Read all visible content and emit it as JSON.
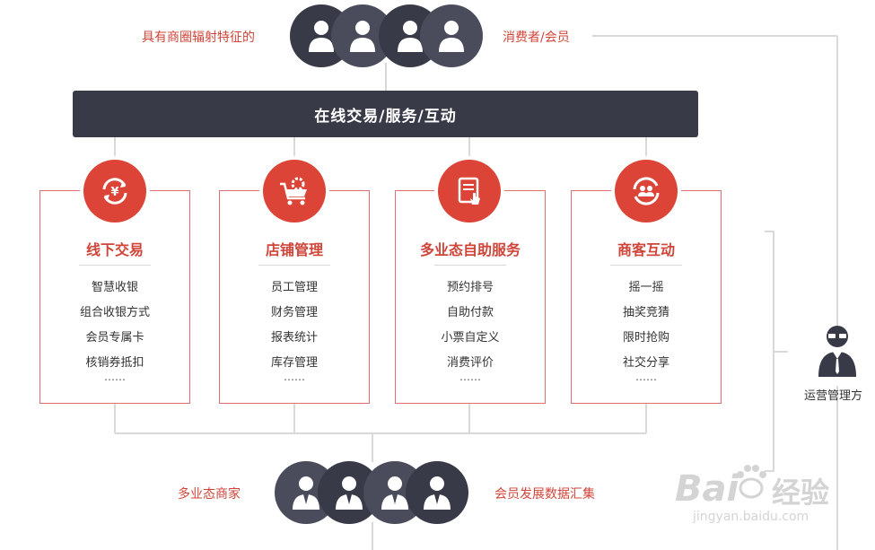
{
  "top": {
    "left_label": "具有商圈辐射特征的",
    "right_label": "消费者/会员"
  },
  "bar": {
    "title": "在线交易/服务/互动"
  },
  "cards": [
    {
      "title": "线下交易",
      "icon": "yen-exchange-icon",
      "items": [
        "智慧收银",
        "组合收银方式",
        "会员专属卡",
        "核销券抵扣"
      ],
      "more": "……"
    },
    {
      "title": "店铺管理",
      "icon": "shopping-cart-gear-icon",
      "items": [
        "员工管理",
        "财务管理",
        "报表统计",
        "库存管理"
      ],
      "more": "……"
    },
    {
      "title": "多业态自助服务",
      "icon": "document-touch-icon",
      "items": [
        "预约排号",
        "自助付款",
        "小票自定义",
        "消费评价"
      ],
      "more": "……"
    },
    {
      "title": "商客互动",
      "icon": "people-exchange-icon",
      "items": [
        "摇一摇",
        "抽奖竞猜",
        "限时抢购",
        "社交分享"
      ],
      "more": "……"
    }
  ],
  "bottom": {
    "left_label": "多业态商家",
    "right_label": "会员发展数据汇集"
  },
  "operator": {
    "label": "运营管理方"
  },
  "watermark": {
    "brand": "Bai",
    "brand_cn": "经验",
    "url": "jingyan.baidu.com"
  },
  "colors": {
    "dark": "#383a48",
    "red": "#dc4437",
    "border": "#e07070",
    "line": "#d6d6d6"
  }
}
